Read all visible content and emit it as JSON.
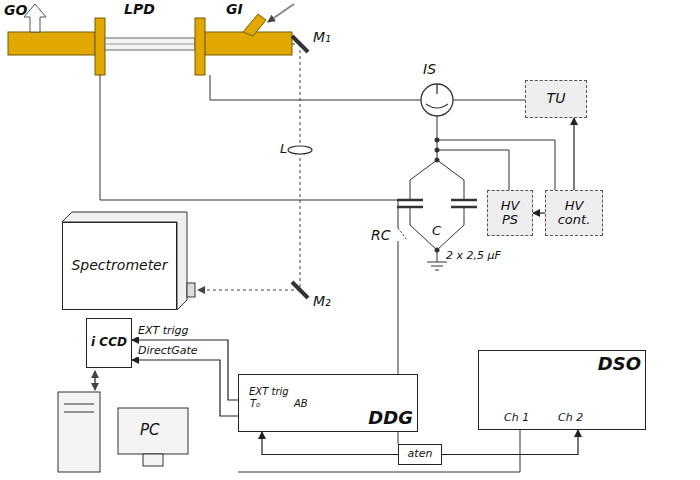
{
  "diagram": {
    "nodes": [
      {
        "text": [
          "Spectrometer"
        ]
      },
      {
        "text": [
          "i CCD"
        ]
      },
      {
        "text": [
          "DDG"
        ]
      },
      {
        "text": [
          "DSO"
        ]
      },
      {
        "text": [
          "TU"
        ]
      },
      {
        "text": [
          "HV PS"
        ]
      },
      {
        "text": [
          "HV cont."
        ]
      },
      {
        "text": [
          "aten"
        ]
      }
    ],
    "edges": [
      {
        "from": 2,
        "to": 1,
        "label": "EXT trigg",
        "arrow": "to"
      },
      {
        "from": 2,
        "to": 1,
        "label": "DirectGate",
        "arrow": "to"
      },
      {
        "from": 7,
        "to": 2,
        "arrow": "to"
      },
      {
        "from": 7,
        "to": 3,
        "arrow": "to"
      },
      {
        "from": 6,
        "to": 5,
        "arrow": "to"
      },
      {
        "from": 6,
        "to": 4,
        "arrow": "to"
      }
    ],
    "labels": [
      "GO",
      "LPD",
      "GI",
      "M₁",
      "L",
      "IS",
      "M₂",
      "C",
      "2 x 2,5 µF",
      "RC",
      "EXT trig",
      "T₀",
      "AB",
      "Ch 1",
      "Ch 2",
      "PC"
    ]
  }
}
